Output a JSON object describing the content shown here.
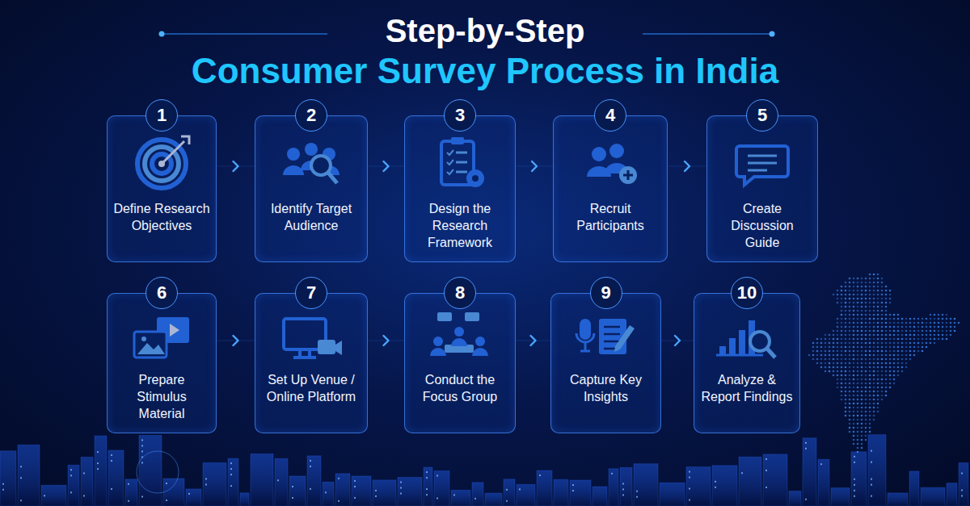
{
  "diagram": {
    "title": "Step-by-Step",
    "nodes": [
      {
        "text": [
          "1",
          "Define Research Objectives"
        ]
      },
      {
        "text": [
          "2",
          "Identify Target Audience"
        ]
      },
      {
        "text": [
          "3",
          "Design the Research Framework"
        ]
      },
      {
        "text": [
          "4",
          "Recruit Participants"
        ]
      },
      {
        "text": [
          "5",
          "Create Discussion Guide"
        ]
      },
      {
        "text": [
          "6",
          "Prepare Stimulus Material"
        ]
      },
      {
        "text": [
          "7",
          "Set Up Venue / Online Platform"
        ]
      },
      {
        "text": [
          "8",
          "Conduct the Focus Group"
        ]
      },
      {
        "text": [
          "9",
          "Capture Key Insights"
        ]
      },
      {
        "text": [
          "10",
          "Analyze & Report Findings"
        ]
      }
    ],
    "edges": [
      {
        "from": 0,
        "to": 1,
        "arrow": "to"
      },
      {
        "from": 1,
        "to": 2,
        "arrow": "to"
      },
      {
        "from": 2,
        "to": 3,
        "arrow": "to"
      },
      {
        "from": 3,
        "to": 4,
        "arrow": "to"
      },
      {
        "from": 5,
        "to": 6,
        "arrow": "to"
      },
      {
        "from": 6,
        "to": 7,
        "arrow": "to"
      },
      {
        "from": 7,
        "to": 8,
        "arrow": "to"
      },
      {
        "from": 8,
        "to": 9,
        "arrow": "to"
      }
    ],
    "labels": [
      "Consumer Survey Process in India"
    ]
  }
}
